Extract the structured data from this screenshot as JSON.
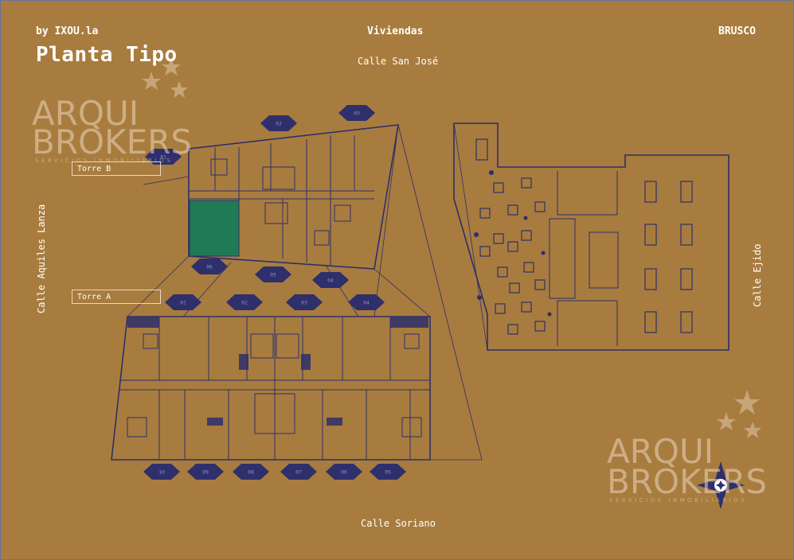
{
  "header": {
    "left": "by IXOU.la",
    "center": "Viviendas",
    "right": "BRUSCO",
    "title": "Planta Tipo"
  },
  "streets": {
    "top": "Calle San José",
    "bottom": "Calle Soriano",
    "left": "Calle Aquiles Lanza",
    "right": "Calle Ejido"
  },
  "towers": {
    "b": "Torre B",
    "a": "Torre A"
  },
  "watermark": {
    "line1": "ARQUI",
    "line2": "BROKERS",
    "tagline": "SERVICIOS INMOBILIARIOS"
  },
  "units": {
    "tower_b": [
      "01",
      "02",
      "03",
      "04",
      "05",
      "06"
    ],
    "tower_a_top": [
      "01",
      "02",
      "03",
      "04"
    ],
    "tower_a_bottom": [
      "10",
      "09",
      "08",
      "07",
      "06",
      "05"
    ]
  },
  "colors": {
    "background": "#a87c3e",
    "line": "#2e2f6b",
    "highlight": "#1f7a55"
  }
}
